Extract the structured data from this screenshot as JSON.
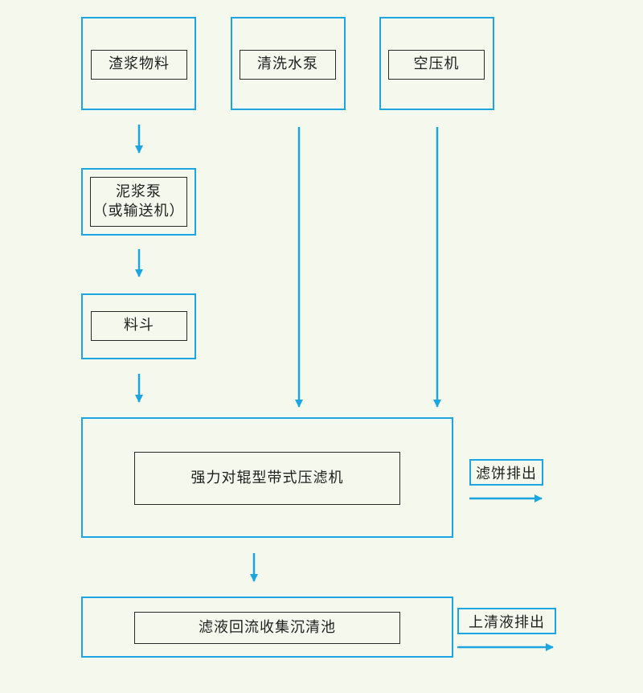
{
  "diagram": {
    "colors": {
      "border": "#1ba6e2",
      "arrow": "#1ba6e2",
      "text": "#1e1e1e",
      "background": "#f5f9ed"
    },
    "nodes": {
      "slag_material": "渣浆物料",
      "wash_pump": "清洗水泵",
      "air_compressor": "空压机",
      "mud_pump_line1": "泥浆泵",
      "mud_pump_line2": "（或输送机）",
      "hopper": "料斗",
      "belt_filter_press": "强力对辊型带式压滤机",
      "filtrate_tank": "滤液回流收集沉清池"
    },
    "outputs": {
      "cake_discharge": "滤饼排出",
      "clear_discharge": "上清液排出"
    }
  }
}
